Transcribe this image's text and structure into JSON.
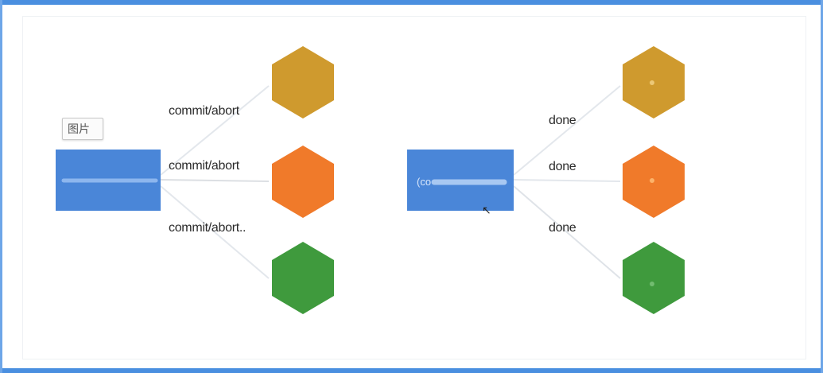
{
  "left_group": {
    "tag_text": "图片",
    "node_text": "",
    "edge_labels": [
      "commit/abort",
      "commit/abort",
      "commit/abort.."
    ],
    "participants": [
      {
        "color": "#cf9a2e"
      },
      {
        "color": "#f07a2a"
      },
      {
        "color": "#3f9a3d"
      }
    ]
  },
  "right_group": {
    "node_text": "(co",
    "edge_labels": [
      "done",
      "done",
      "done"
    ],
    "participants": [
      {
        "color": "#cf9a2e"
      },
      {
        "color": "#f07a2a"
      },
      {
        "color": "#3f9a3d"
      }
    ]
  },
  "colors": {
    "coordinator": "#4a86d8",
    "frame_accent": "#4a8fe0"
  }
}
